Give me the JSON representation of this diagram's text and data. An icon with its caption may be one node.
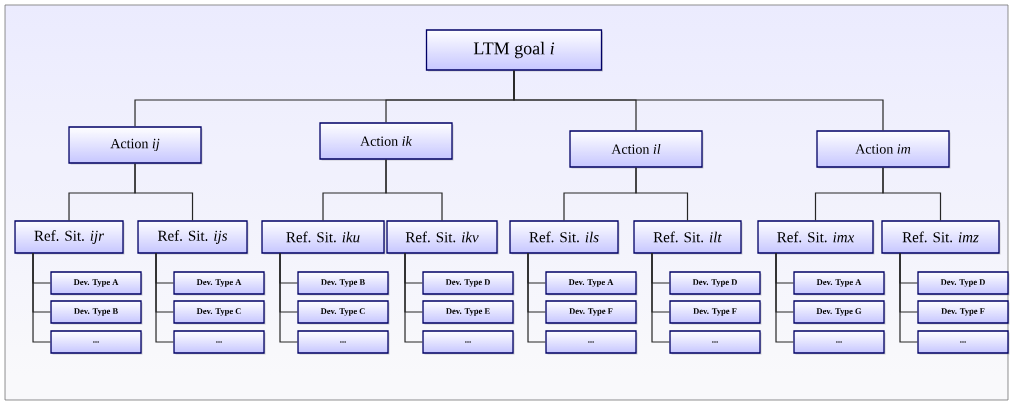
{
  "diagram": {
    "nodes": [
      {
        "text": [
          "LTM goal *i*"
        ]
      },
      {
        "text": [
          "Action *ij*"
        ]
      },
      {
        "text": [
          "Action *ik*"
        ]
      },
      {
        "text": [
          "Action *il*"
        ]
      },
      {
        "text": [
          "Action *im*"
        ]
      },
      {
        "text": [
          "Ref. Sit. *ijr*"
        ]
      },
      {
        "text": [
          "Ref. Sit. *ijs*"
        ]
      },
      {
        "text": [
          "Ref. Sit. *iku*"
        ]
      },
      {
        "text": [
          "Ref. Sit. *ikv*"
        ]
      },
      {
        "text": [
          "Ref. Sit. *ils*"
        ]
      },
      {
        "text": [
          "Ref. Sit. *ilt*"
        ]
      },
      {
        "text": [
          "Ref. Sit. *imx*"
        ]
      },
      {
        "text": [
          "Ref. Sit. *imz*"
        ]
      },
      {
        "text": [
          "Dev. Type A"
        ]
      },
      {
        "text": [
          "Dev. Type B"
        ]
      },
      {
        "text": [
          "..."
        ]
      },
      {
        "text": [
          "Dev. Type A"
        ]
      },
      {
        "text": [
          "Dev. Type C"
        ]
      },
      {
        "text": [
          "..."
        ]
      },
      {
        "text": [
          "Dev. Type B"
        ]
      },
      {
        "text": [
          "Dev. Type C"
        ]
      },
      {
        "text": [
          "..."
        ]
      },
      {
        "text": [
          "Dev. Type D"
        ]
      },
      {
        "text": [
          "Dev. Type E"
        ]
      },
      {
        "text": [
          "..."
        ]
      },
      {
        "text": [
          "Dev. Type A"
        ]
      },
      {
        "text": [
          "Dev. Type F"
        ]
      },
      {
        "text": [
          "..."
        ]
      },
      {
        "text": [
          "Dev. Type D"
        ]
      },
      {
        "text": [
          "Dev. Type F"
        ]
      },
      {
        "text": [
          "..."
        ]
      },
      {
        "text": [
          "Dev. Type A"
        ]
      },
      {
        "text": [
          "Dev. Type G"
        ]
      },
      {
        "text": [
          "..."
        ]
      },
      {
        "text": [
          "Dev. Type D"
        ]
      },
      {
        "text": [
          "Dev. Type F"
        ]
      },
      {
        "text": [
          "..."
        ]
      }
    ],
    "edges": [
      {
        "from": 0,
        "to": 1,
        "arrow": "none"
      },
      {
        "from": 0,
        "to": 2,
        "arrow": "none"
      },
      {
        "from": 0,
        "to": 3,
        "arrow": "none"
      },
      {
        "from": 0,
        "to": 4,
        "arrow": "none"
      },
      {
        "from": 1,
        "to": 5,
        "arrow": "none"
      },
      {
        "from": 1,
        "to": 6,
        "arrow": "none"
      },
      {
        "from": 2,
        "to": 7,
        "arrow": "none"
      },
      {
        "from": 2,
        "to": 8,
        "arrow": "none"
      },
      {
        "from": 3,
        "to": 9,
        "arrow": "none"
      },
      {
        "from": 3,
        "to": 10,
        "arrow": "none"
      },
      {
        "from": 4,
        "to": 11,
        "arrow": "none"
      },
      {
        "from": 4,
        "to": 12,
        "arrow": "none"
      },
      {
        "from": 5,
        "to": 13,
        "arrow": "none"
      },
      {
        "from": 5,
        "to": 14,
        "arrow": "none"
      },
      {
        "from": 5,
        "to": 15,
        "arrow": "none"
      },
      {
        "from": 6,
        "to": 16,
        "arrow": "none"
      },
      {
        "from": 6,
        "to": 17,
        "arrow": "none"
      },
      {
        "from": 6,
        "to": 18,
        "arrow": "none"
      },
      {
        "from": 7,
        "to": 19,
        "arrow": "none"
      },
      {
        "from": 7,
        "to": 20,
        "arrow": "none"
      },
      {
        "from": 7,
        "to": 21,
        "arrow": "none"
      },
      {
        "from": 8,
        "to": 22,
        "arrow": "none"
      },
      {
        "from": 8,
        "to": 23,
        "arrow": "none"
      },
      {
        "from": 8,
        "to": 24,
        "arrow": "none"
      },
      {
        "from": 9,
        "to": 25,
        "arrow": "none"
      },
      {
        "from": 9,
        "to": 26,
        "arrow": "none"
      },
      {
        "from": 9,
        "to": 27,
        "arrow": "none"
      },
      {
        "from": 10,
        "to": 28,
        "arrow": "none"
      },
      {
        "from": 10,
        "to": 29,
        "arrow": "none"
      },
      {
        "from": 10,
        "to": 30,
        "arrow": "none"
      },
      {
        "from": 11,
        "to": 31,
        "arrow": "none"
      },
      {
        "from": 11,
        "to": 32,
        "arrow": "none"
      },
      {
        "from": 11,
        "to": 33,
        "arrow": "none"
      },
      {
        "from": 12,
        "to": 34,
        "arrow": "none"
      },
      {
        "from": 12,
        "to": 35,
        "arrow": "none"
      },
      {
        "from": 12,
        "to": 36,
        "arrow": "none"
      }
    ]
  }
}
